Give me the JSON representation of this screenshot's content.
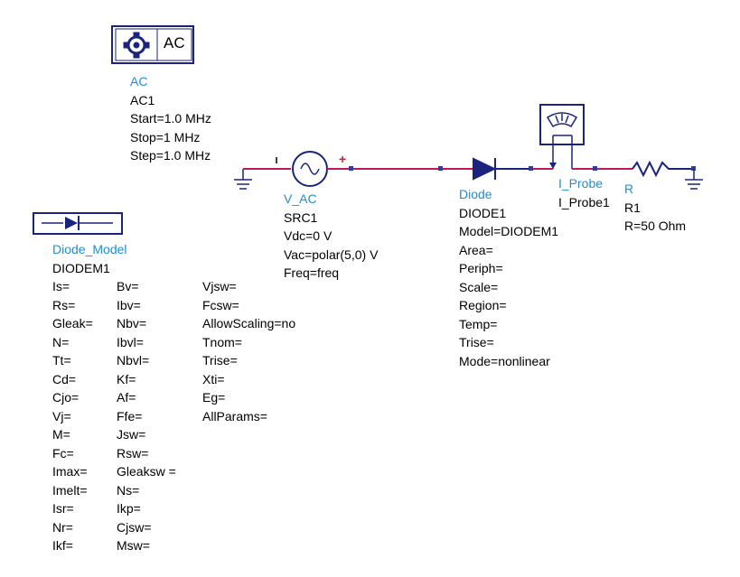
{
  "ac_sim": {
    "box_label": "AC",
    "type_label": "AC",
    "instance": "AC1",
    "params": [
      "Start=1.0 MHz",
      "Stop=1 MHz",
      "Step=1.0 MHz"
    ]
  },
  "source": {
    "type_label": "V_AC",
    "instance": "SRC1",
    "params": [
      "Vdc=0 V",
      "Vac=polar(5,0) V",
      "Freq=freq"
    ],
    "plus_sign": "+"
  },
  "diode": {
    "type_label": "Diode",
    "instance": "DIODE1",
    "params": [
      "Model=DIODEM1",
      "Area=",
      "Periph=",
      "Scale=",
      "Region=",
      "Temp=",
      "Trise=",
      "Mode=nonlinear"
    ]
  },
  "probe": {
    "type_label": "I_Probe",
    "instance": "I_Probe1"
  },
  "resistor": {
    "type_label": "R",
    "instance": "R1",
    "params": [
      "R=50 Ohm"
    ]
  },
  "diode_model": {
    "type_label": "Diode_Model",
    "instance": "DIODEM1",
    "col1": [
      "Is=",
      "Rs=",
      "Gleak=",
      "N=",
      "Tt=",
      "Cd=",
      "Cjo=",
      "Vj=",
      "M=",
      "Fc=",
      "Imax=",
      "Imelt=",
      "Isr=",
      "Nr=",
      "Ikf="
    ],
    "col2": [
      "Bv=",
      "Ibv=",
      "Nbv=",
      "Ibvl=",
      "Nbvl=",
      "Kf=",
      "Af=",
      "Ffe=",
      "Jsw=",
      "Rsw=",
      "Gleaksw =",
      "Ns=",
      "Ikp=",
      "Cjsw=",
      "Msw="
    ],
    "col3": [
      "Vjsw=",
      "Fcsw=",
      "AllowScaling=no",
      "Tnom=",
      "Trise=",
      "Xti=",
      "Eg=",
      "AllParams="
    ]
  },
  "colors": {
    "wire": "#c2185b",
    "label": "#1e8fd0",
    "component": "#1a237e",
    "pin": "#303f9f"
  }
}
